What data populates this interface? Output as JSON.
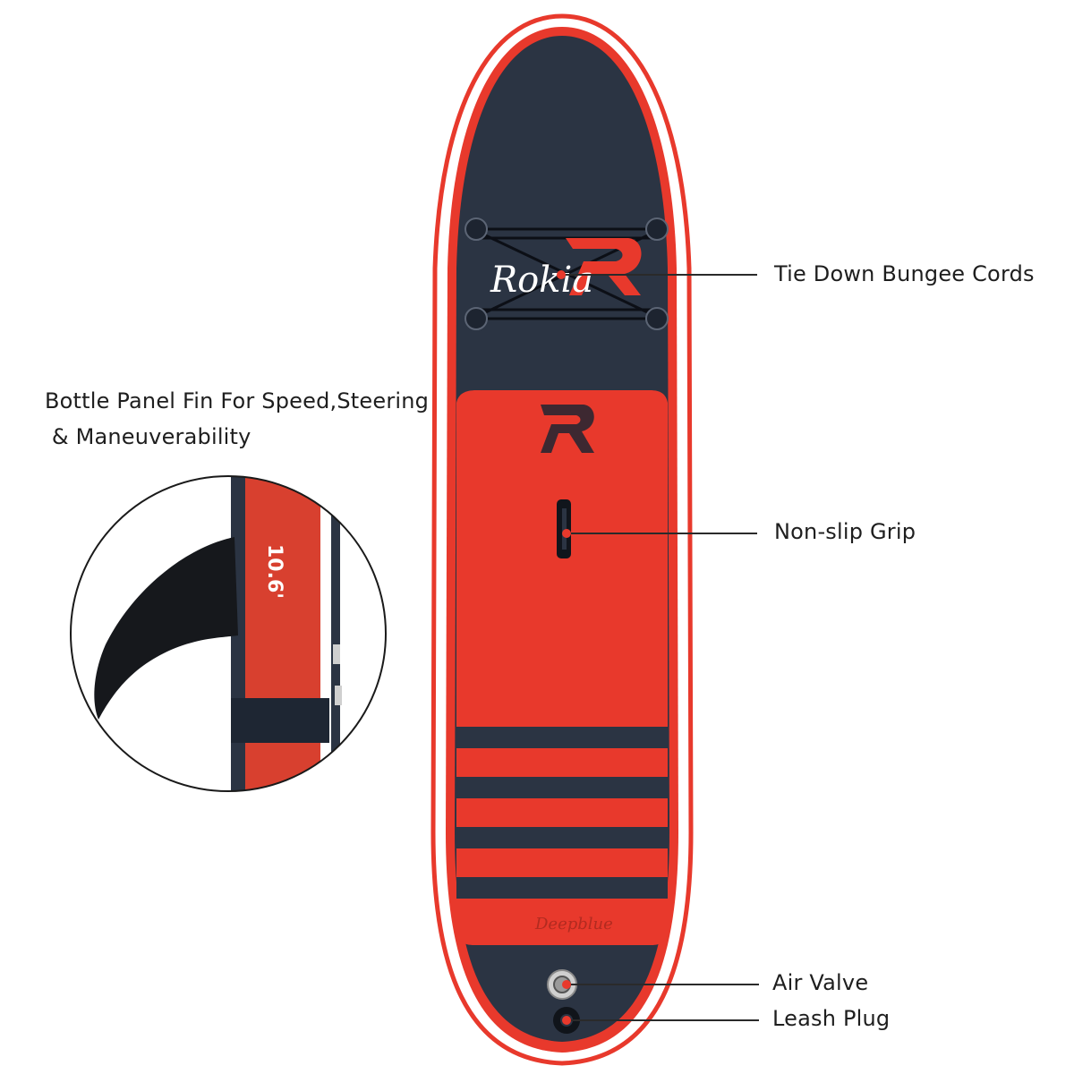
{
  "callouts": {
    "tie_down": "Tie Down Bungee Cords",
    "grip": "Non-slip Grip",
    "air_valve": "Air Valve",
    "leash_plug": "Leash Plug"
  },
  "fin_caption": {
    "line1": "Bottle Panel Fin For Speed,Steering",
    "line2": " & Maneuverability"
  },
  "board": {
    "brand_text": "Rokia",
    "tail_text": "Deepblue",
    "inset_text": "10.6'"
  },
  "colors": {
    "deck_navy": "#2b3443",
    "accent_red": "#e8392c",
    "callout_line": "#2a2a2a",
    "callout_dot": "#e8392c"
  }
}
